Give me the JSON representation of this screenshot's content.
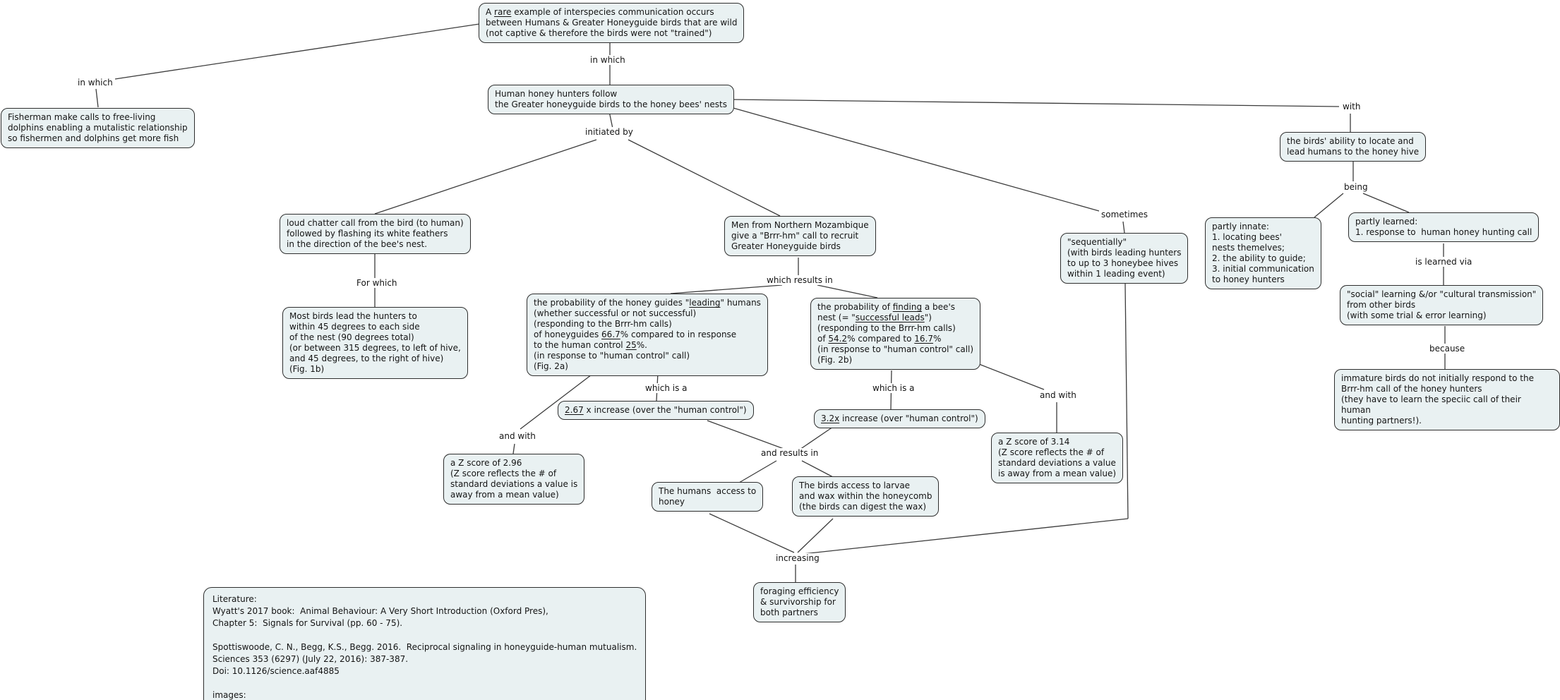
{
  "diagram": {
    "colors": {
      "node_fill": "#e9f1f2",
      "node_border": "#2e2e2e",
      "line": "#3c3c3c",
      "text": "#141414",
      "background": "#ffffff"
    },
    "nodes": {
      "top": {
        "text": "A __rare__ example of interspecies communication occurs\nbetween Humans & Greater Honeyguide birds that are wild\n(not captive & therefore the birds were not \"trained\")"
      },
      "fisherman": {
        "text": "Fisherman make calls to free-living\ndolphins enabling a mutalistic relationship\nso fishermen and dolphins get more fish"
      },
      "hunters": {
        "text": "Human honey hunters follow\nthe Greater honeyguide birds to the honey bees' nests"
      },
      "birds_ability": {
        "text": "the birds' ability to locate and\nlead humans to the honey hive"
      },
      "loud_chatter": {
        "text": "loud chatter call from the bird (to human)\nfollowed by flashing its white feathers\nin the direction of the bee's nest."
      },
      "mozambique": {
        "text": "Men from Northern Mozambique\ngive a \"Brrr-hm\" call to recruit\nGreater Honeyguide birds"
      },
      "sequentially": {
        "text": "\"sequentially\"\n(with birds leading hunters\nto up to 3 honeybee hives\nwithin 1 leading event)"
      },
      "partly_innate": {
        "text": "partly innate:\n1. locating bees'\nnests themelves;\n2. the ability to guide;\n3. initial communication\nto honey hunters"
      },
      "partly_learned": {
        "text": "partly learned:\n1. response to  human honey hunting call"
      },
      "most_birds": {
        "text": "Most birds lead the hunters to\nwithin 45 degrees to each side\nof the nest (90 degrees total)\n(or between 315 degrees, to left of hive,\nand 45 degrees, to the right of hive)\n(Fig. 1b)"
      },
      "prob_leading": {
        "text": "the probability of the honey guides \"__leading__\" humans\n(whether successful or not successful)\n(responding to the Brrr-hm calls)\nof honeyguides __66.7__% compared to in response\nto the human control __25__%.\n(in response to \"human control\" call)\n(Fig. 2a)"
      },
      "prob_finding": {
        "text": "the probability of __finding__ a bee's\nnest (= \"__successful leads__\")\n(responding to the Brrr-hm calls)\nof __54.2__% compared to __16.7__%\n(in response to \"human control\" call)\n(Fig. 2b)"
      },
      "social_learning": {
        "text": "\"social\" learning &/or \"cultural transmission\"\nfrom other birds\n(with some trial & error learning)"
      },
      "increase_267": {
        "text": "__2.67__ x increase (over the \"human control\")"
      },
      "increase_32": {
        "text": "__3.2x__ increase (over \"human control\")"
      },
      "z_296": {
        "text": "a Z score of 2.96\n(Z score reflects the # of\nstandard deviations a value is\naway from a mean value)"
      },
      "z_314": {
        "text": "a Z score of 3.14\n(Z score reflects the # of\nstandard deviations a value\nis away from a mean value)"
      },
      "immature": {
        "text": "immature birds do not initially respond to the\nBrrr-hm call of the honey hunters\n(they have to learn the speciic call of their human\nhunting partners!)."
      },
      "humans_access": {
        "text": "The humans  access to\nhoney"
      },
      "birds_access": {
        "text": "The birds access to larvae\nand wax within the honeycomb\n(the birds can digest the wax)"
      },
      "foraging": {
        "text": "foraging efficiency\n& survivorship for\nboth partners"
      },
      "literature": {
        "text": "Literature:\nWyatt's 2017 book:  Animal Behaviour: A Very Short Introduction (Oxford Pres),\nChapter 5:  Signals for Survival (pp. 60 - 75).\n\nSpottiswoode, C. N., Begg, K.S., Begg. 2016.  Reciprocal signaling in honeyguide-human mutualism.\nSciences 353 (6297) (July 22, 2016): 387-387.\nDoi: 10.1126/science.aaf4885\n\nimages:"
      }
    },
    "edge_labels": {
      "in_which_left": "in which",
      "in_which_center": "in which",
      "initiated_by": "initiated by",
      "with": "with",
      "being": "being",
      "sometimes": "sometimes",
      "for_which": "For which",
      "which_results_in": "which results in",
      "which_is_a_left": "which is a",
      "which_is_a_right": "which is a",
      "and_with_left": "and with",
      "and_with_right": "and with",
      "and_results_in": "and results in",
      "increasing": "increasing",
      "is_learned_via": "is learned via",
      "because": "because"
    }
  }
}
